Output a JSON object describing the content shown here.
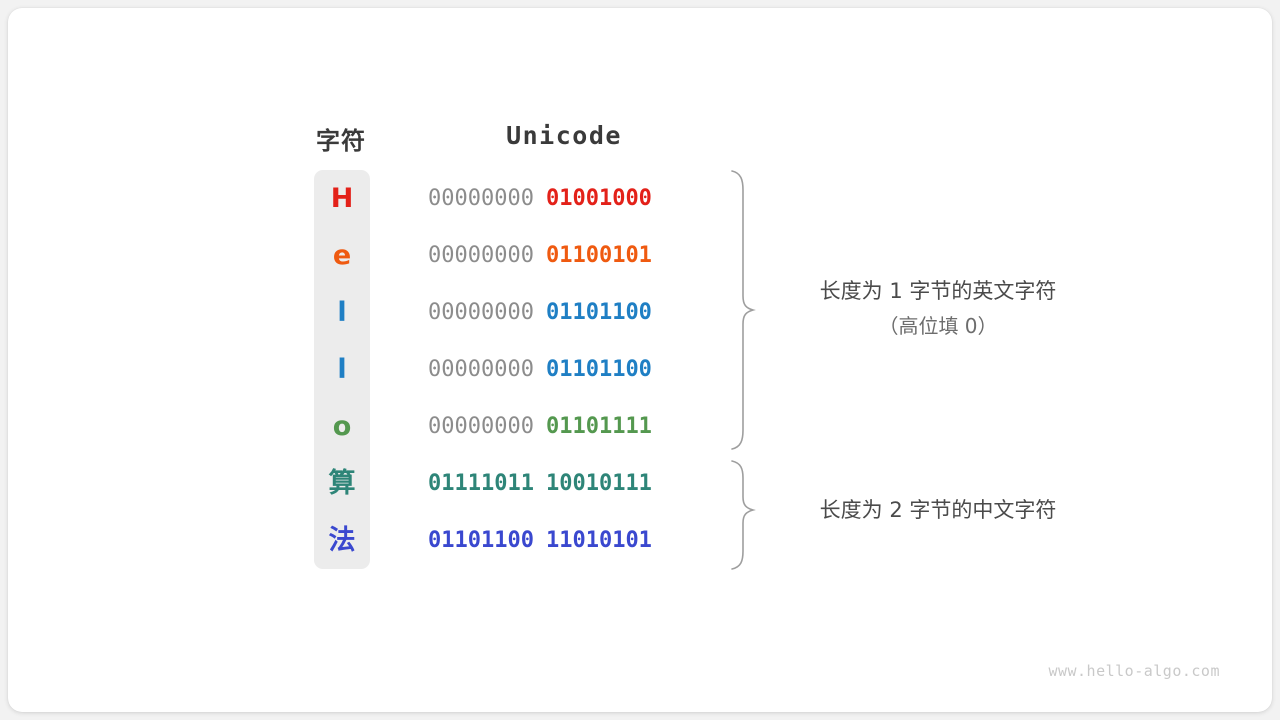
{
  "headers": {
    "character": "字符",
    "unicode": "Unicode"
  },
  "rows": [
    {
      "char": "H",
      "color": "#e32119",
      "high": "00000000",
      "low": "01001000",
      "high_filled": false
    },
    {
      "char": "e",
      "color": "#ef5a10",
      "high": "00000000",
      "low": "01100101",
      "high_filled": false
    },
    {
      "char": "l",
      "color": "#1f7fc4",
      "high": "00000000",
      "low": "01101100",
      "high_filled": false
    },
    {
      "char": "l",
      "color": "#1f7fc4",
      "high": "00000000",
      "low": "01101100",
      "high_filled": false
    },
    {
      "char": "o",
      "color": "#54984f",
      "high": "00000000",
      "low": "01101111",
      "high_filled": false
    },
    {
      "char": "算",
      "color": "#2e8578",
      "high": "01111011",
      "low": "10010111",
      "high_filled": true
    },
    {
      "char": "法",
      "color": "#3a48cf",
      "high": "01101100",
      "low": "11010101",
      "high_filled": true
    }
  ],
  "annotations": {
    "group1_line1": "长度为 1 字节的英文字符",
    "group1_line2": "（高位填 0）",
    "group2_line1": "长度为 2 字节的中文字符"
  },
  "watermark": "www.hello-algo.com",
  "colors": {
    "panel_bg": "#ececec",
    "card_bg": "#ffffff",
    "page_bg": "#f2f2f2",
    "high_bits_gray": "#8c8c8c",
    "brace_gray": "#9e9e9e",
    "header_text": "#3a3a3a",
    "annotation_text": "#4a4a4a",
    "watermark_text": "#c9c9c9"
  }
}
